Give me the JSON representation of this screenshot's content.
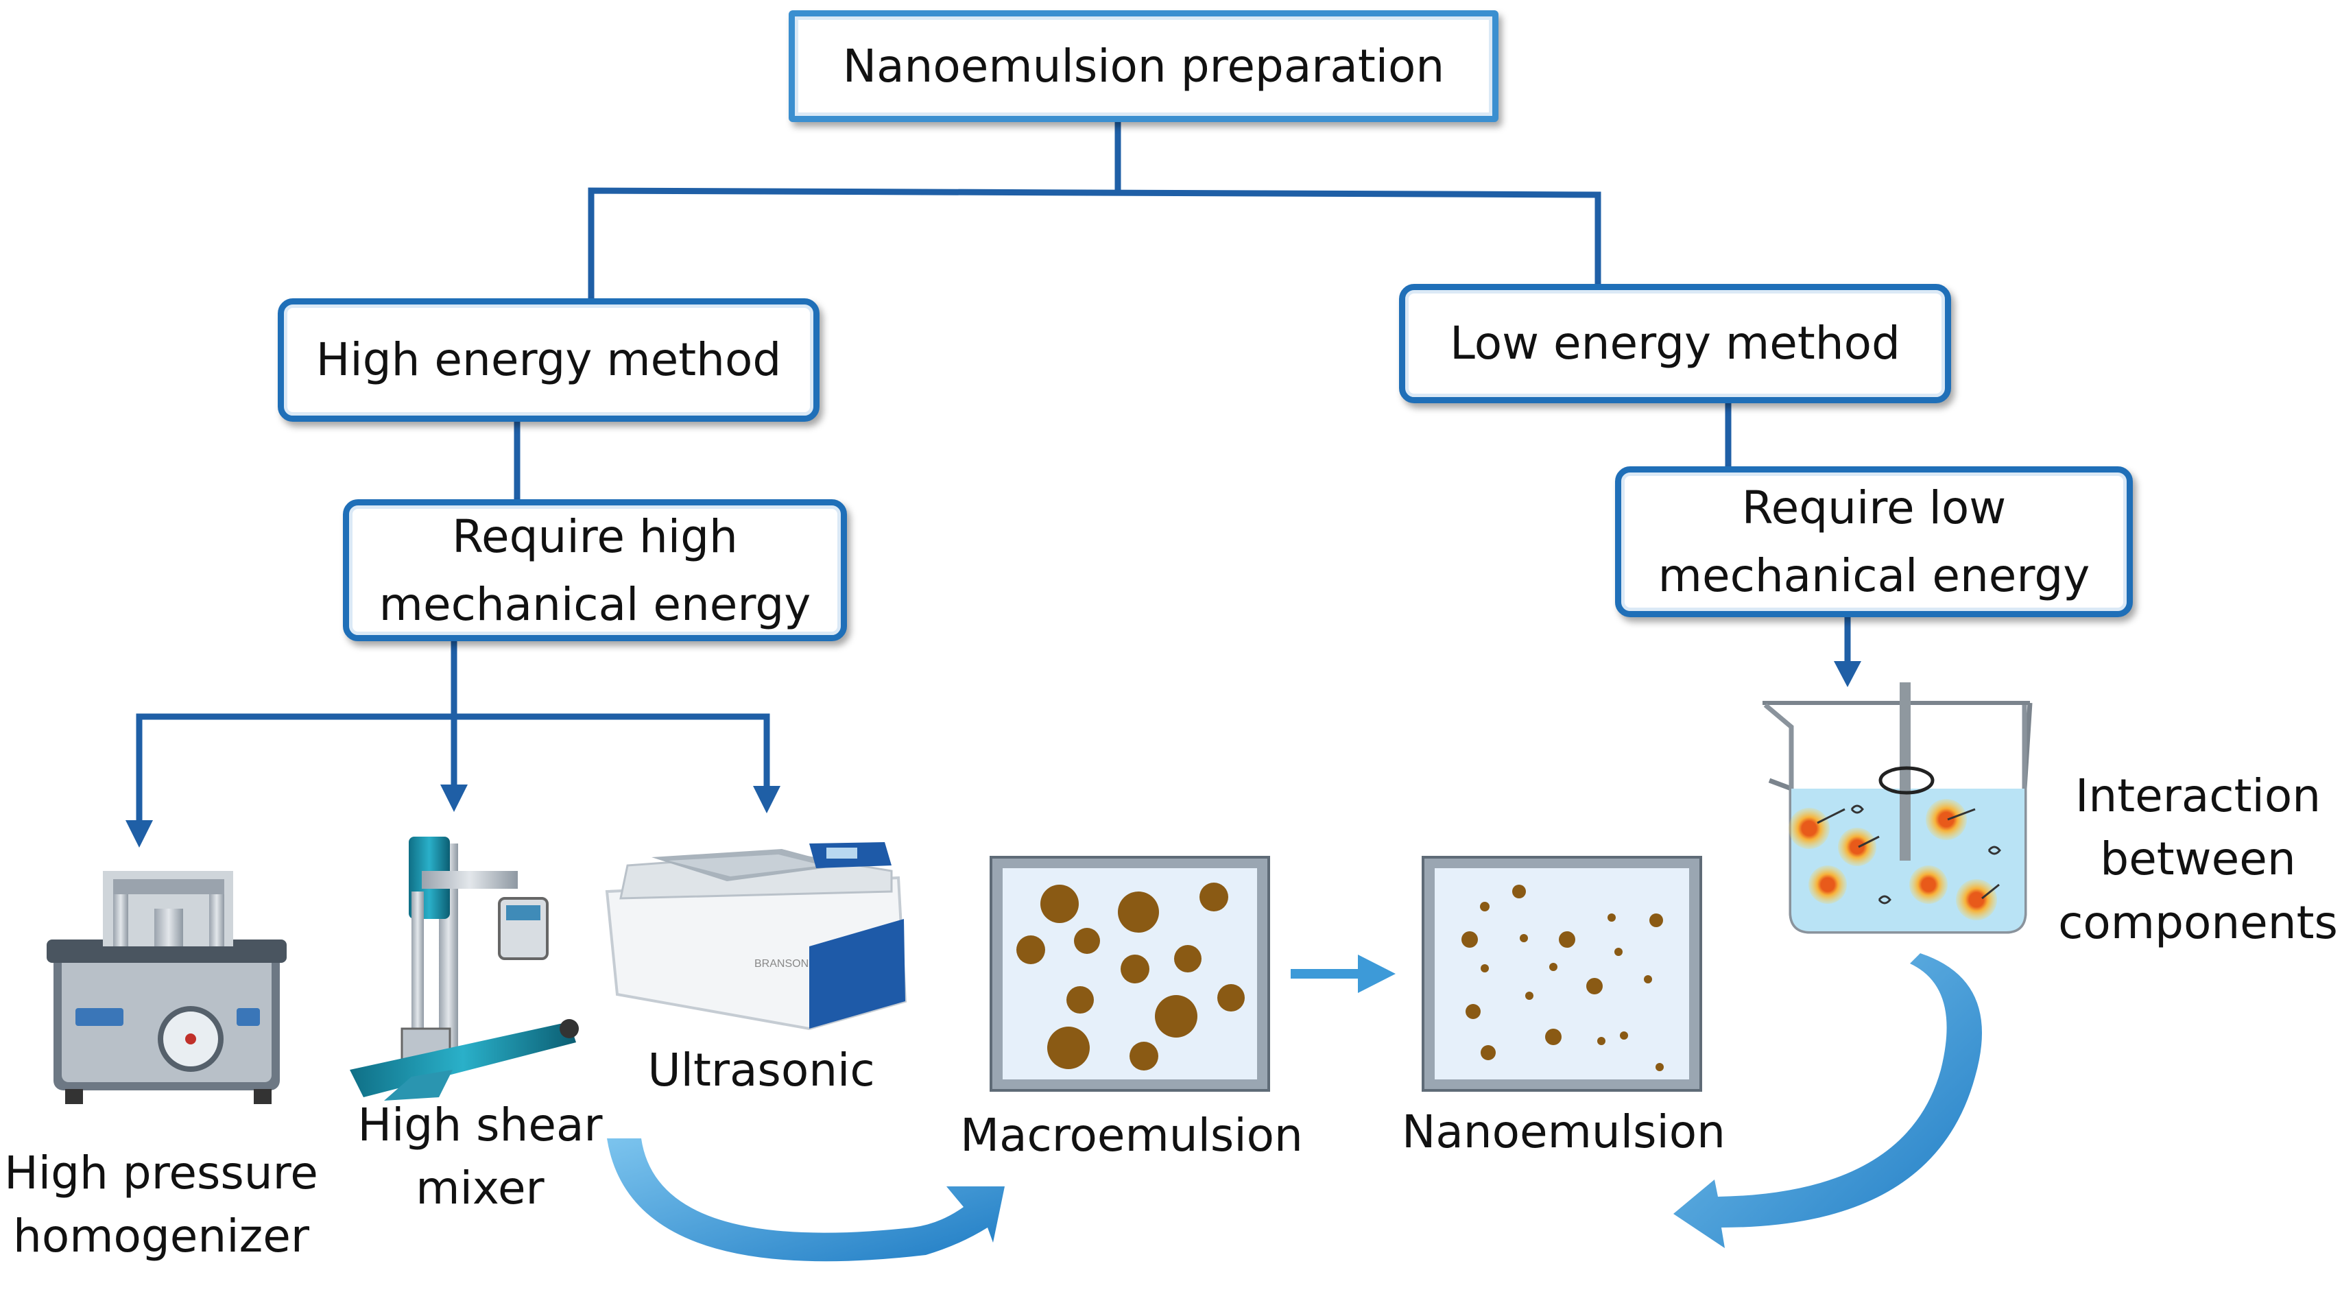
{
  "root": {
    "label": "Nanoemulsion preparation"
  },
  "high": {
    "label": "High energy method",
    "requirement": [
      "Require high",
      "mechanical energy"
    ]
  },
  "low": {
    "label": "Low energy method",
    "requirement": [
      "Require low",
      "mechanical energy"
    ]
  },
  "devices": {
    "homogenizer": [
      "High pressure",
      "homogenizer"
    ],
    "shear_mixer": [
      "High shear",
      "mixer"
    ],
    "ultrasonic": "Ultrasonic"
  },
  "emulsions": {
    "macro": "Macroemulsion",
    "nano": "Nanoemulsion"
  },
  "interaction": [
    "Interaction",
    "between",
    "components"
  ],
  "colors": {
    "line": "#1f5fa6",
    "box_border": "#1f6fb8",
    "droplet": "#8a5a14",
    "panel_fill": "#e6f0fa",
    "arrow": "#3d9ad8",
    "liquid": "#b9e3f5"
  }
}
